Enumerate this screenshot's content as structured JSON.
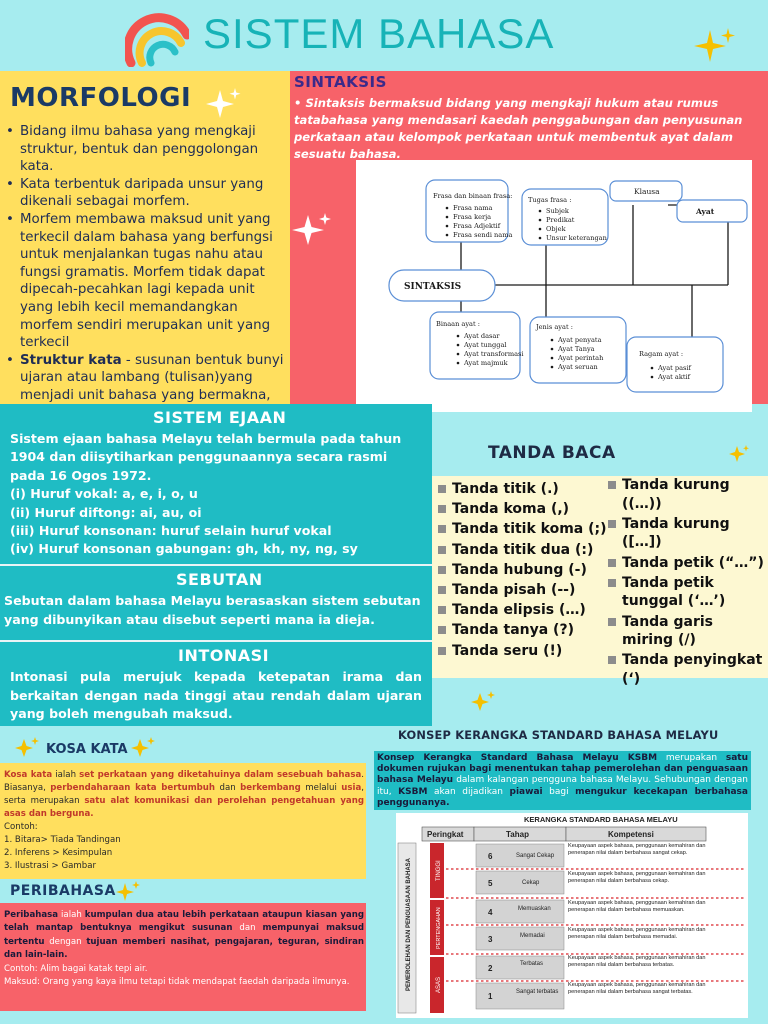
{
  "header": {
    "title": "SISTEM BAHASA"
  },
  "morfologi": {
    "title": "MORFOLOGI",
    "bullets": [
      "Bidang ilmu bahasa yang mengkaji struktur, bentuk dan penggolongan kata.",
      "Kata terbentuk daripada unsur yang dikenali sebagai morfem.",
      "Morfem membawa maksud unit yang terkecil dalam bahasa yang berfungsi untuk menjalankan tugas nahu atau fungsi gramatis. Morfem tidak dapat dipecah-pecahkan lagi kepada unit yang lebih kecil memandangkan morfem sendiri merupakan unit yang terkecil"
    ],
    "struktur_bold": "Struktur kata",
    "struktur_rest": " - susunan bentuk bunyi ujaran atau lambang (tulisan)yang menjadi unit bahasa yang bermakna, iaitu morfem dan kata."
  },
  "sintaksis": {
    "title": "SINTAKSIS",
    "text": "• Sintaksis  bermaksud bidang yang mengkaji hukum atau rumus tatabahasa yang mendasari kaedah penggabungan dan penyusunan perkataan atau kelompok perkataan untuk membentuk ayat dalam sesuatu bahasa.",
    "diagram": {
      "center": "SINTAKSIS",
      "frasa_title": "Frasa dan binaan frasa:",
      "frasa_items": [
        "Frasa nama",
        "Frasa kerja",
        "Frasa Adjektif",
        "Frasa sendi nama"
      ],
      "tugas_title": "Tugas frasa :",
      "tugas_items": [
        "Subjek",
        "Predikat",
        "Objek",
        "Unsur keterangan"
      ],
      "klausa": "Klausa",
      "ayat": "Ayat",
      "binaan_title": "Binaan ayat :",
      "binaan_items": [
        "Ayat dasar",
        "Ayat tunggal",
        "Ayat transformasi",
        "Ayat majmuk"
      ],
      "jenis_title": "Jenis ayat :",
      "jenis_items": [
        "Ayat penyata",
        "Ayat Tanya",
        "Ayat perintah",
        "Ayat seruan"
      ],
      "ragam_title": "Ragam ayat :",
      "ragam_items": [
        "Ayat pasif",
        "Ayat aktif"
      ]
    }
  },
  "ejaan": {
    "title": "SISTEM EJAAN",
    "lines": [
      "Sistem ejaan bahasa Melayu telah bermula pada tahun 1904 dan diisytiharkan penggunaannya secara rasmi pada 16 Ogos 1972.",
      "(i) Huruf vokal: a, e, i, o, u",
      "(ii) Huruf diftong: ai, au, oi",
      "(iii) Huruf konsonan: huruf selain huruf vokal",
      "(iv) Huruf konsonan gabungan: gh, kh, ny, ng, sy"
    ]
  },
  "sebutan": {
    "title": "SEBUTAN",
    "text": "Sebutan dalam bahasa Melayu berasaskan sistem sebutan yang dibunyikan atau disebut seperti mana ia dieja."
  },
  "intonasi": {
    "title": "INTONASI",
    "text": "Intonasi pula merujuk kepada ketepatan irama dan berkaitan dengan nada tinggi atau rendah dalam ujaran yang boleh mengubah maksud."
  },
  "tanda_baca": {
    "title": "TANDA BACA",
    "left": [
      "Tanda titik (.)",
      "Tanda koma (,)",
      "Tanda titik koma (;)",
      "Tanda titik dua (:)",
      "Tanda hubung (-)",
      "Tanda pisah (--)",
      "Tanda elipsis (…)",
      "Tanda tanya (?)",
      "Tanda seru (!)"
    ],
    "right": [
      "Tanda kurung ((…))",
      "Tanda kurung ([…])",
      "Tanda petik (“…”)",
      "Tanda petik tunggal (‘…’)",
      "Tanda garis miring (/)",
      "Tanda penyingkat (‘)"
    ]
  },
  "kosa_kata": {
    "title": "KOSA KATA",
    "p1": "Kosa kata",
    "p2": " ialah ",
    "p3": "set perkataan yang diketahuinya dalam sesebuah bahasa",
    "p4": ". Biasanya, ",
    "p5": "perbendaharaan kata bertumbuh",
    "p6": " dan ",
    "p7": "berkembang",
    "p8": " melalui ",
    "p9": "usia",
    "p10": ", serta merupakan ",
    "p11": "satu alat komunikasi dan perolehan pengetahuan yang asas dan berguna.",
    "contoh": "Contoh:",
    "examples": [
      "1.    Bitara> Tiada Tandingan",
      "2.    Inferens > Kesimpulan",
      "3.    Ilustrasi > Gambar"
    ]
  },
  "peribahasa": {
    "title": "PERIBAHASA",
    "p1": "Peribahasa",
    "p2": " ialah ",
    "p3": "kumpulan dua atau lebih perkataan ataupun kiasan yang telah mantap bentuknya mengikut susunan",
    "p4": " dan ",
    "p5": "mempunyai maksud tertentu",
    "p6": " dengan ",
    "p7": "tujuan memberi nasihat, pengajaran, teguran, sindiran dan lain-lain.",
    "contoh": "Contoh: Alim bagai katak tepi air.",
    "maksud": "Maksud: Orang yang kaya ilmu tetapi tidak mendapat faedah daripada ilmunya."
  },
  "ksbm": {
    "title": "KONSEP KERANGKA STANDARD BAHASA MELAYU",
    "p1": "Konsep Kerangka Standard Bahasa Melayu KSBM",
    "p2": " merupakan ",
    "p3": "satu dokumen rujukan bagi menentukan tahap pemerolehan dan penguasaan bahasa Melayu",
    "p4": " dalam kalangan pengguna bahasa Melayu. Sehubungan dengan itu, ",
    "p5": "KSBM",
    "p6": " akan dijadikan ",
    "p7": "piawai",
    "p8": " bagi ",
    "p9": "mengukur kecekapan berbahasa penggunanya.",
    "table": {
      "title": "KERANGKA STANDARD BAHASA MELAYU",
      "headers": [
        "Peringkat",
        "Tahap",
        "Kompetensi"
      ],
      "side": "PEMEROLEHAN DAN PENGUASAAN BAHASA",
      "levels": [
        "TINGGI",
        "PERTENGAHAN",
        "ASAS"
      ],
      "rows": [
        {
          "num": "6",
          "label": "Sangat Cekap",
          "comp": "Keupayaan aspek bahasa, penggunaan kemahiran dan penerapan nilai dalam berbahasa  sangat cekap."
        },
        {
          "num": "5",
          "label": "Cekap",
          "comp": "Keupayaan aspek bahasa, penggunaan kemahiran dan penerapan nilai dalam berbahasa  cekap."
        },
        {
          "num": "4",
          "label": "Memuaskan",
          "comp": "Keupayaan aspek bahasa, penggunaan kemahiran dan penerapan nilai dalam berbahasa memuaskan."
        },
        {
          "num": "3",
          "label": "Memadai",
          "comp": "Keupayaan aspek bahasa, penggunaan kemahiran dan penerapan nilai dalam berbahasa memadai."
        },
        {
          "num": "2",
          "label": "Terbatas",
          "comp": "Keupayaan aspek bahasa, penggunaan kemahiran dan penerapan nilai dalam berbahasa terbatas."
        },
        {
          "num": "1",
          "label": "Sangat terbatas",
          "comp": "Keupayaan aspek bahasa, penggunaan kemahiran dan penerapan nilai dalam berbahasa  sangat terbatas."
        }
      ]
    }
  },
  "colors": {
    "teal": "#1fbcc4",
    "yellow": "#ffdf5e",
    "red": "#f76269",
    "background": "#a6ecef"
  }
}
